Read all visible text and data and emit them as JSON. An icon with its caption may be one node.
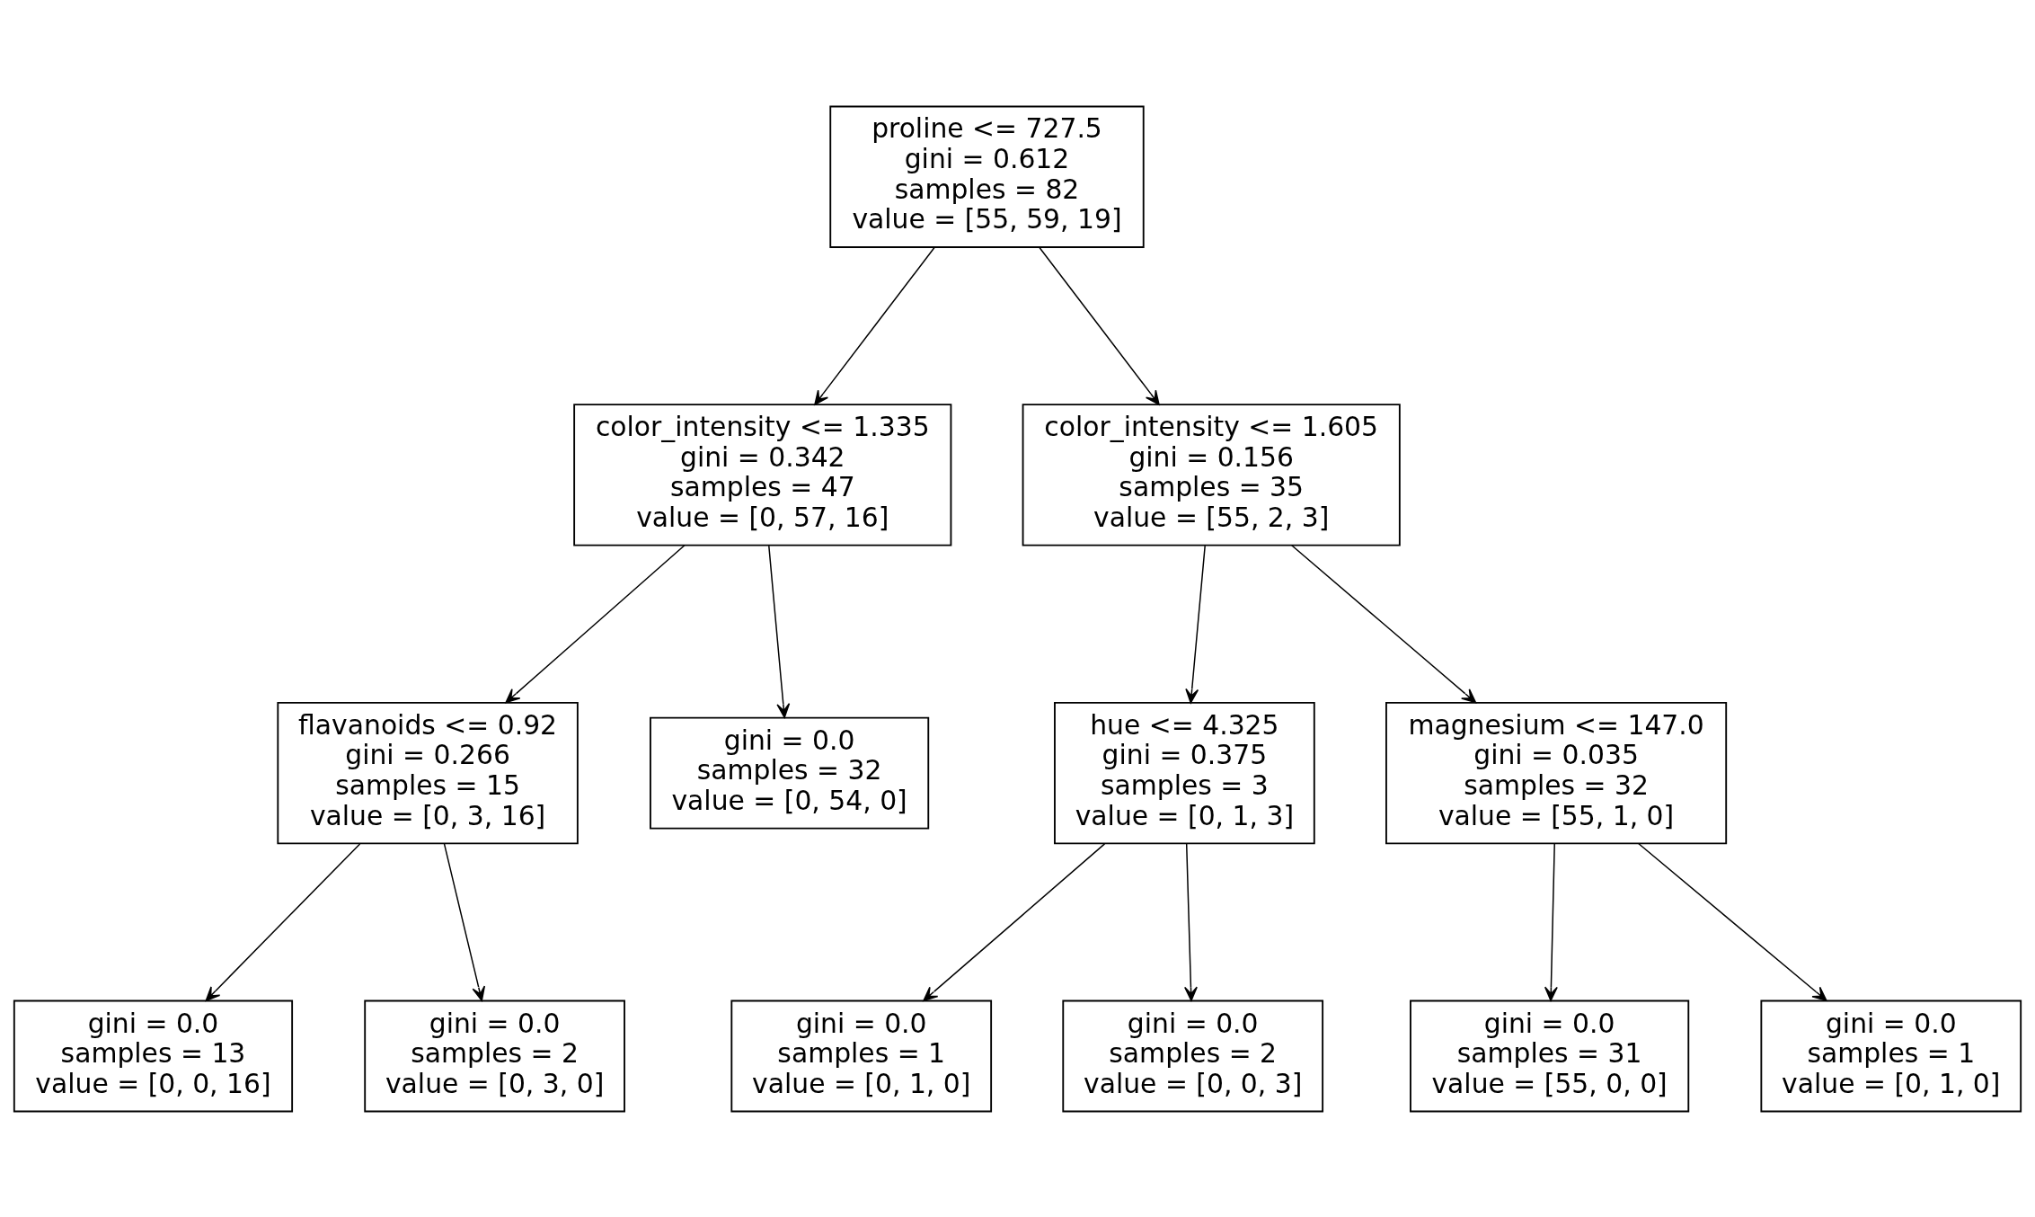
{
  "diagram": {
    "nodes": [
      {
        "text": [
          "proline <= 727.5",
          "gini = 0.612",
          "samples = 82",
          "value = [55, 59, 19]"
        ]
      },
      {
        "text": [
          "color_intensity <= 1.335",
          "gini = 0.342",
          "samples = 47",
          "value = [0, 57, 16]"
        ]
      },
      {
        "text": [
          "color_intensity <= 1.605",
          "gini = 0.156",
          "samples = 35",
          "value = [55, 2, 3]"
        ]
      },
      {
        "text": [
          "flavanoids <= 0.92",
          "gini = 0.266",
          "samples = 15",
          "value = [0, 3, 16]"
        ]
      },
      {
        "text": [
          "gini = 0.0",
          "samples = 32",
          "value = [0, 54, 0]"
        ]
      },
      {
        "text": [
          "hue <= 4.325",
          "gini = 0.375",
          "samples = 3",
          "value = [0, 1, 3]"
        ]
      },
      {
        "text": [
          "magnesium <= 147.0",
          "gini = 0.035",
          "samples = 32",
          "value = [55, 1, 0]"
        ]
      },
      {
        "text": [
          "gini = 0.0",
          "samples = 13",
          "value = [0, 0, 16]"
        ]
      },
      {
        "text": [
          "gini = 0.0",
          "samples = 2",
          "value = [0, 3, 0]"
        ]
      },
      {
        "text": [
          "gini = 0.0",
          "samples = 1",
          "value = [0, 1, 0]"
        ]
      },
      {
        "text": [
          "gini = 0.0",
          "samples = 2",
          "value = [0, 0, 3]"
        ]
      },
      {
        "text": [
          "gini = 0.0",
          "samples = 31",
          "value = [55, 0, 0]"
        ]
      },
      {
        "text": [
          "gini = 0.0",
          "samples = 1",
          "value = [0, 1, 0]"
        ]
      }
    ],
    "edges": [
      {
        "from": 0,
        "to": 1,
        "arrow": "to"
      },
      {
        "from": 0,
        "to": 2,
        "arrow": "to"
      },
      {
        "from": 1,
        "to": 3,
        "arrow": "to"
      },
      {
        "from": 1,
        "to": 4,
        "arrow": "to"
      },
      {
        "from": 2,
        "to": 5,
        "arrow": "to"
      },
      {
        "from": 2,
        "to": 6,
        "arrow": "to"
      },
      {
        "from": 3,
        "to": 7,
        "arrow": "to"
      },
      {
        "from": 3,
        "to": 8,
        "arrow": "to"
      },
      {
        "from": 5,
        "to": 9,
        "arrow": "to"
      },
      {
        "from": 5,
        "to": 10,
        "arrow": "to"
      },
      {
        "from": 6,
        "to": 11,
        "arrow": "to"
      },
      {
        "from": 6,
        "to": 12,
        "arrow": "to"
      }
    ]
  }
}
